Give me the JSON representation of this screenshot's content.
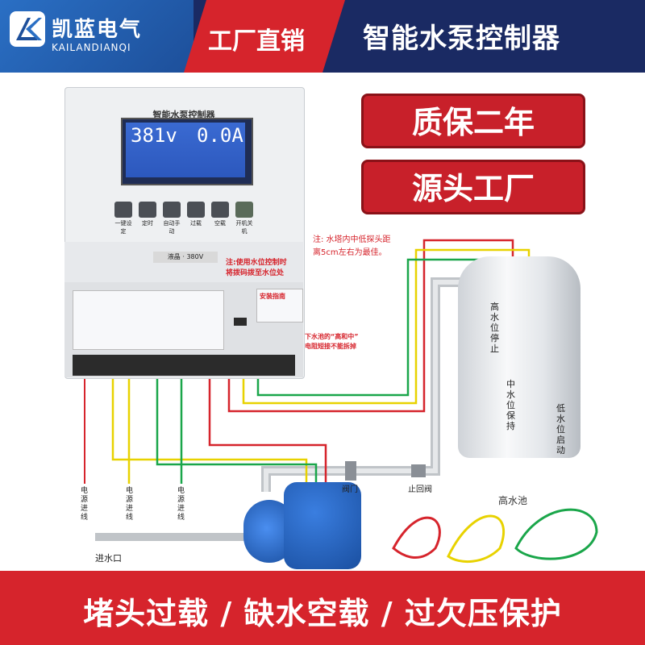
{
  "header": {
    "brand_name": "凯蓝电气",
    "brand_en": "KAILANDIANQI",
    "factory_tag": "工厂直销",
    "product_title": "智能水泵控制器"
  },
  "badges": [
    "质保二年",
    "源头工厂"
  ],
  "controller": {
    "title": "智能水泵控制器",
    "lcd_voltage": "381v",
    "lcd_current": "0.0A",
    "buttons": [
      "一键设定",
      "定时",
      "自动手动",
      "过载",
      "空载",
      "开机关机"
    ],
    "rating_label": "液晶 · 380V",
    "note_line1": "注:使用水位控制时",
    "note_line2": "将拨码拨至水位处",
    "install_title": "安装指南"
  },
  "tips": {
    "tip_line1": "下水池的“高和中”",
    "tip_line2": "电阻短接不能拆掉",
    "tower_note1": "注: 水塔内中低探头距",
    "tower_note2": "离5cm左右为最佳。"
  },
  "tank": {
    "high_label": "高水位停止",
    "mid_label": "中水位保持",
    "low_label": "低水位启动",
    "caption": "高水池"
  },
  "piping": {
    "inlet_label": "进水口",
    "valve_label": "阀门",
    "check_valve_label": "止回阀",
    "power_labels": [
      "电源进线",
      "电源进线",
      "电源进线"
    ]
  },
  "footer": {
    "text": "堵头过载 / 缺水空载 / 过欠压保护"
  },
  "colors": {
    "header_bg": "#1a2a63",
    "accent_red": "#d6242c",
    "lcd_blue": "#2c58bd"
  }
}
